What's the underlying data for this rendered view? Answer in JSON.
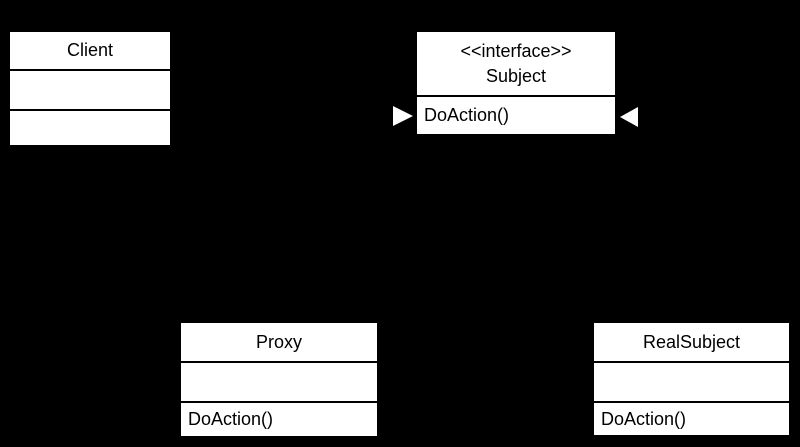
{
  "diagram": {
    "kind": "uml-class-diagram",
    "colors": {
      "background": "#000000",
      "box_fill": "#ffffff",
      "box_border": "#000000",
      "text": "#000000",
      "arrowhead": "#ffffff"
    },
    "classes": {
      "client": {
        "name": "Client",
        "attributes": "",
        "methods": ""
      },
      "subject": {
        "stereotype": "<<interface>>",
        "name": "Subject",
        "method": "DoAction()"
      },
      "proxy": {
        "name": "Proxy",
        "attributes": "",
        "method": "DoAction()"
      },
      "real_subject": {
        "name": "RealSubject",
        "attributes": "",
        "method": "DoAction()"
      }
    },
    "arrowheads": {
      "left": {
        "shape": "solid-triangle",
        "direction": "right",
        "color": "#ffffff"
      },
      "right": {
        "shape": "solid-triangle",
        "direction": "left",
        "color": "#ffffff"
      }
    }
  }
}
